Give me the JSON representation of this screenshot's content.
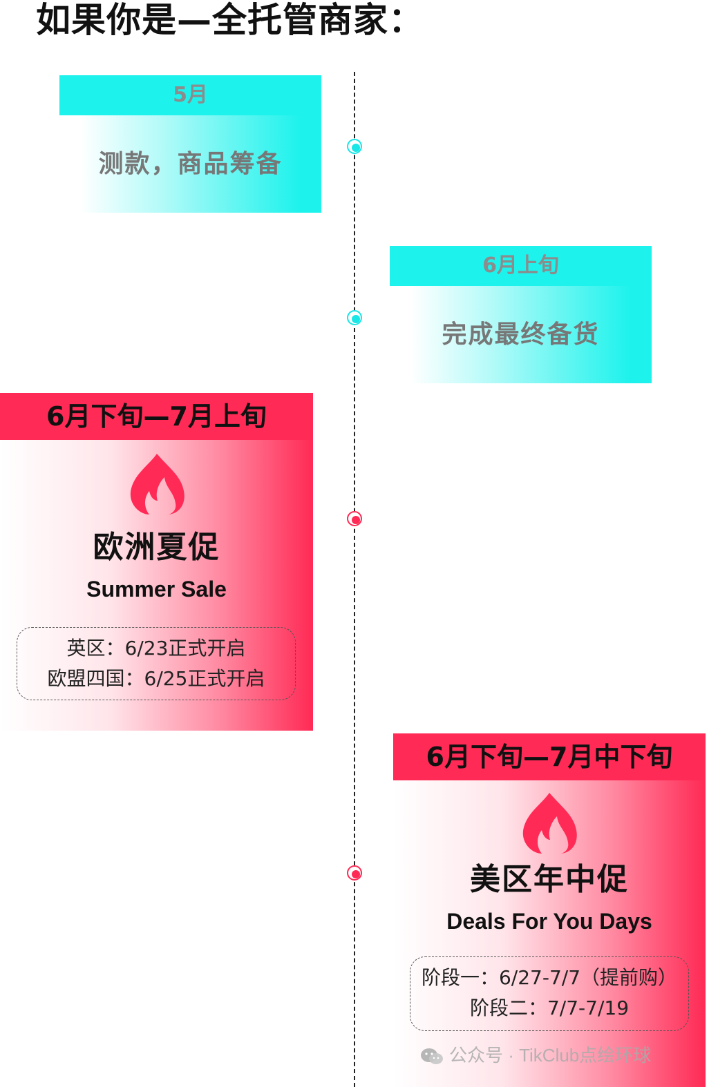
{
  "page": {
    "title": "如果你是—全托管商家："
  },
  "colors": {
    "cyan": "#1df2ec",
    "red": "#ff2a55",
    "dark_text": "#111111",
    "muted_text": "#8c8c8c"
  },
  "timeline": {
    "events": [
      {
        "date": "5月",
        "text": "测款，商品筹备",
        "color": "cyan"
      },
      {
        "date": "6月上旬",
        "text": "完成最终备货",
        "color": "cyan"
      },
      {
        "date": "6月下旬—7月上旬",
        "icon": "fire-icon",
        "title_zh": "欧洲夏促",
        "title_en": "Summer Sale",
        "details": [
          "英区：6/23正式开启",
          "欧盟四国：6/25正式开启"
        ],
        "color": "red"
      },
      {
        "date": "6月下旬—7月中下旬",
        "icon": "fire-icon",
        "title_zh": "美区年中促",
        "title_en": "Deals For You Days",
        "details": [
          "阶段一：6/27-7/7（提前购）",
          "阶段二：7/7-7/19"
        ],
        "color": "red"
      }
    ]
  },
  "watermark": {
    "icon": "wechat-icon",
    "text": "公众号 · TikClub点绘环球"
  }
}
